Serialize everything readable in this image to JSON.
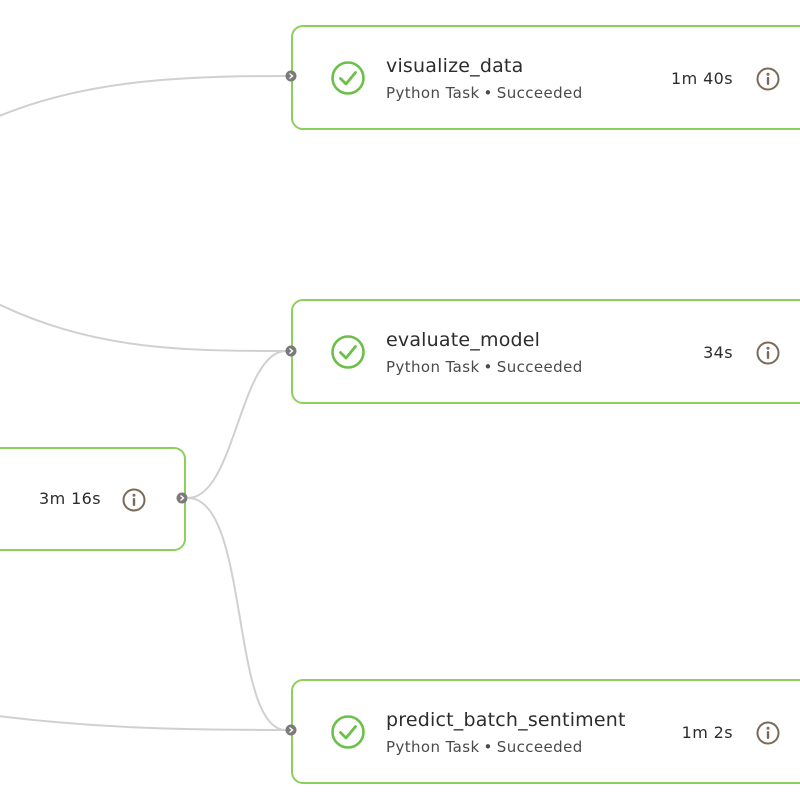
{
  "colors": {
    "success": "#6cc04a",
    "node_border": "#8dcf5d",
    "edge": "#d0d0d0",
    "info_icon": "#7a6a58",
    "port": "#7a7a7a"
  },
  "nodes": {
    "visualize": {
      "title": "visualize_data",
      "type": "Python Task",
      "separator": "•",
      "status": "Succeeded",
      "duration": "1m 40s",
      "status_icon": "check-circle-icon",
      "info_icon": "info-icon"
    },
    "evaluate": {
      "title": "evaluate_model",
      "type": "Python Task",
      "separator": "•",
      "status": "Succeeded",
      "duration": "34s",
      "status_icon": "check-circle-icon",
      "info_icon": "info-icon"
    },
    "predict": {
      "title": "predict_batch_sentiment",
      "type": "Python Task",
      "separator": "•",
      "status": "Succeeded",
      "duration": "1m 2s",
      "status_icon": "check-circle-icon",
      "info_icon": "info-icon"
    },
    "upstream": {
      "duration": "3m 16s",
      "info_icon": "info-icon"
    }
  }
}
